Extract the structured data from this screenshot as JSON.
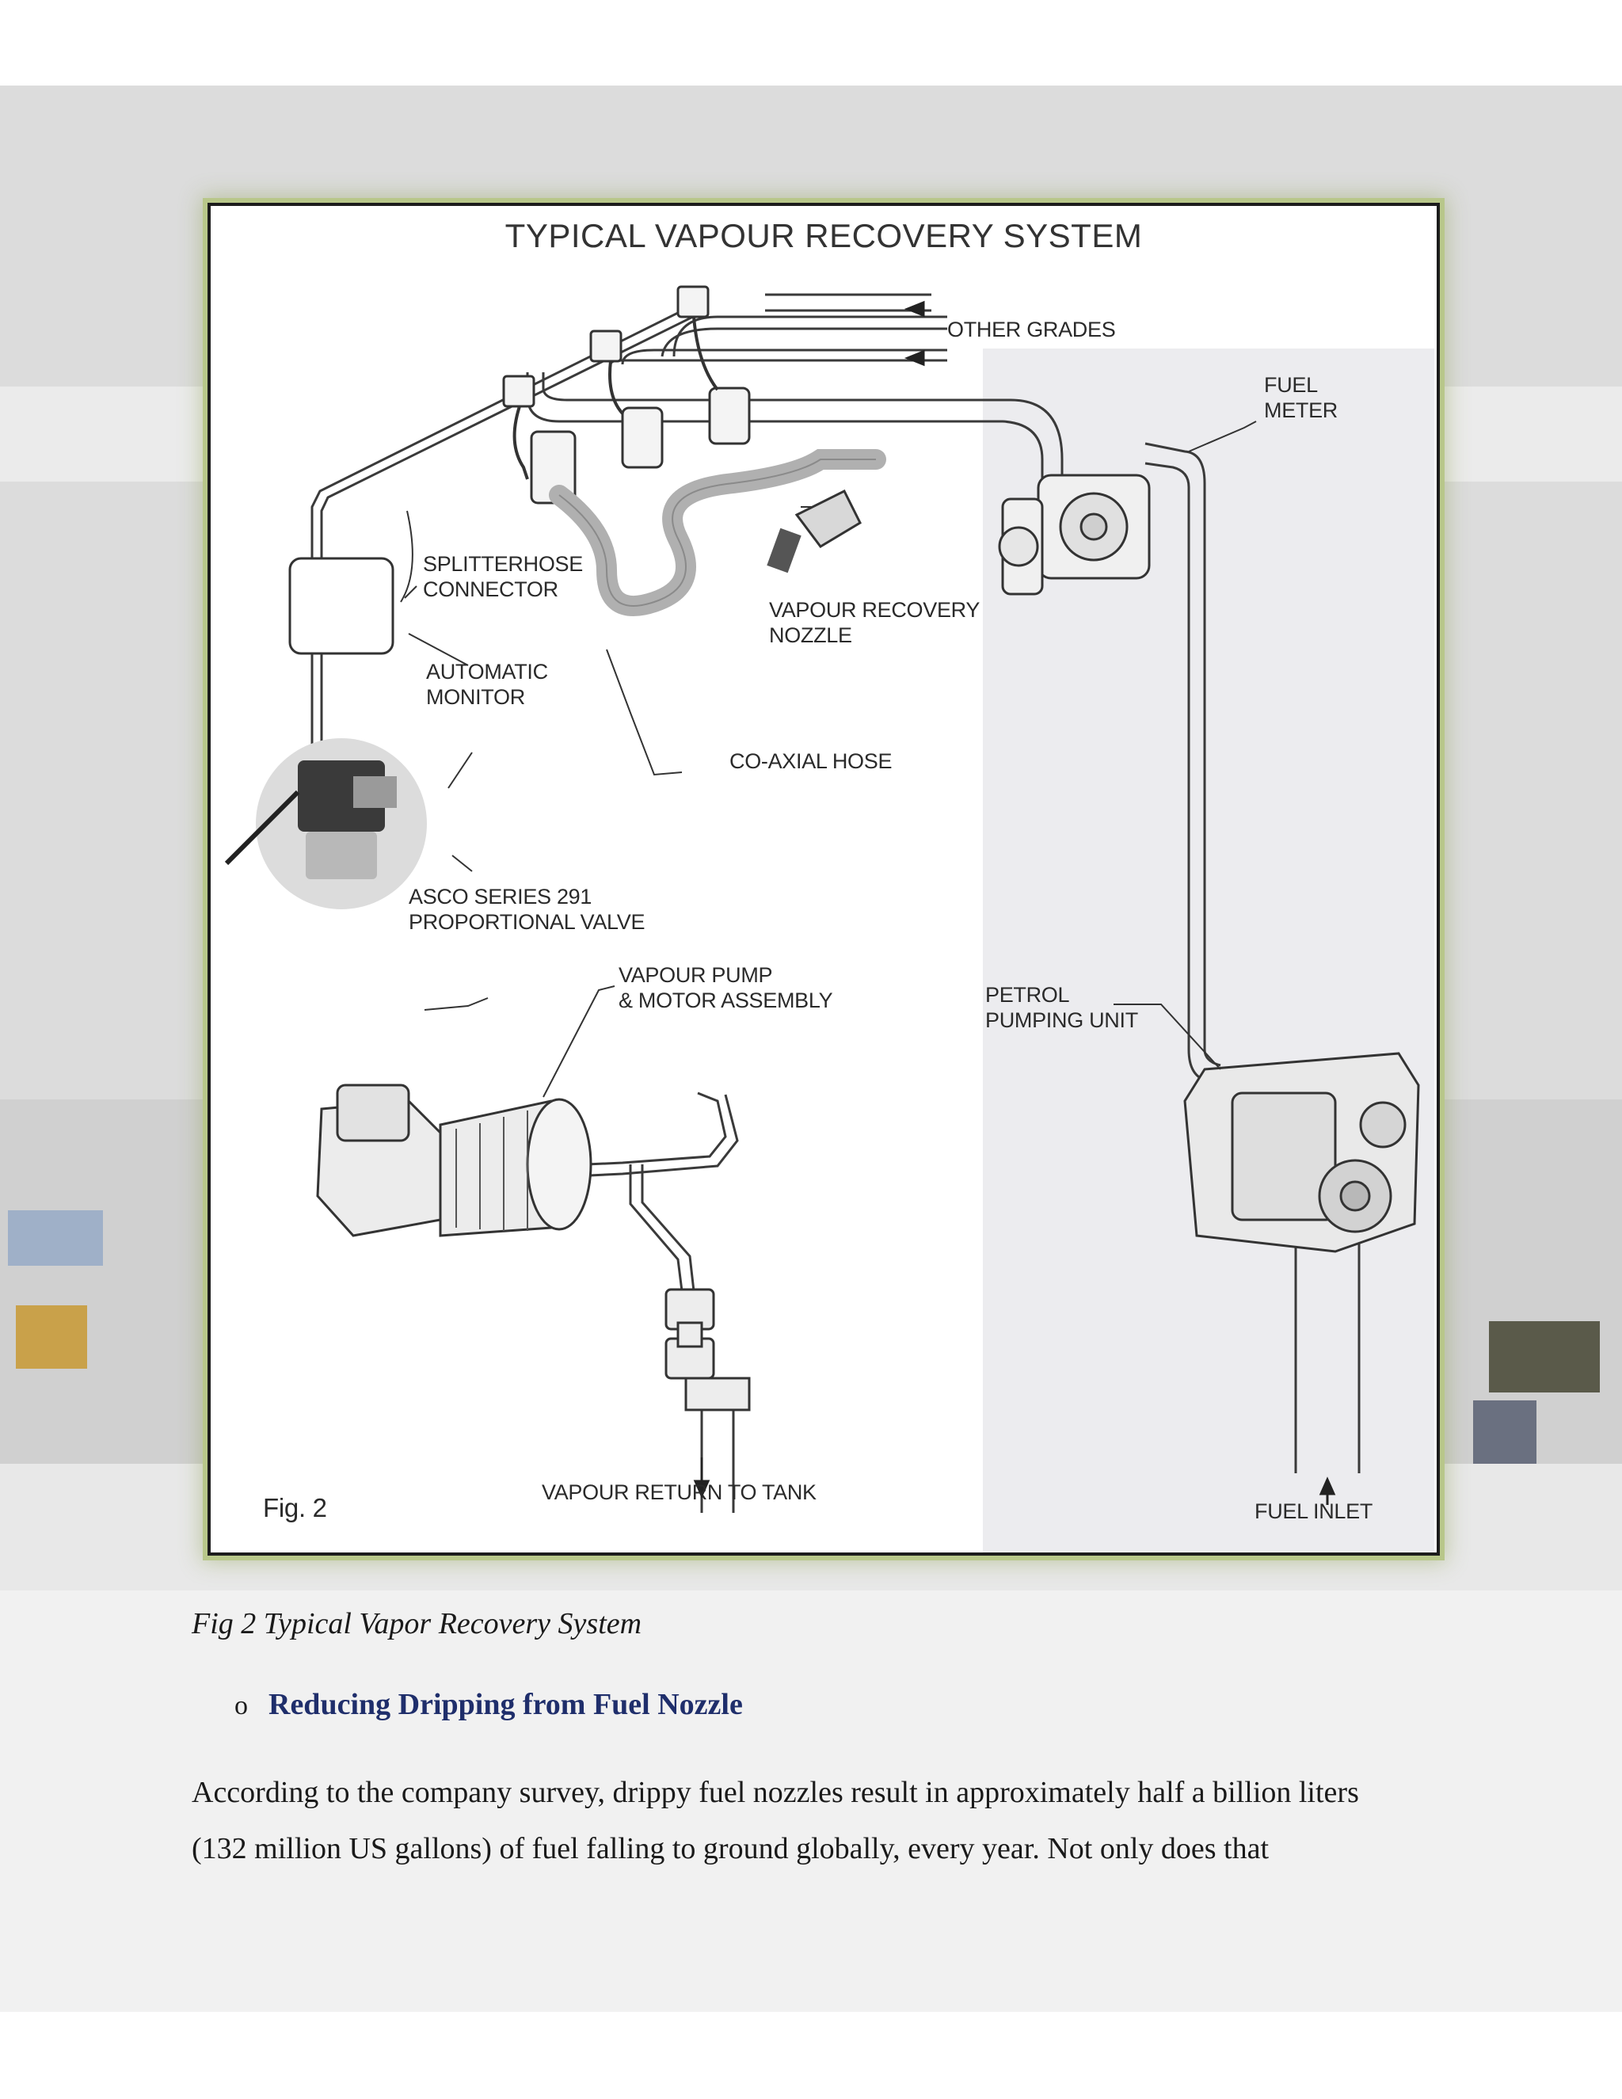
{
  "figure": {
    "title": "TYPICAL VAPOUR RECOVERY SYSTEM",
    "fig_label": "Fig. 2",
    "labels": {
      "other_grades": "OTHER GRADES",
      "fuel_meter_1": "FUEL",
      "fuel_meter_2": "METER",
      "splitterhose_1": "SPLITTERHOSE",
      "splitterhose_2": "CONNECTOR",
      "nozzle_1": "VAPOUR RECOVERY",
      "nozzle_2": "NOZZLE",
      "monitor_1": "AUTOMATIC",
      "monitor_2": "MONITOR",
      "coaxial_hose": "CO-AXIAL HOSE",
      "valve_1": "ASCO SERIES 291",
      "valve_2": "PROPORTIONAL VALVE",
      "pump_1": "VAPOUR PUMP",
      "pump_2": "& MOTOR ASSEMBLY",
      "petrol_1": "PETROL",
      "petrol_2": "PUMPING UNIT",
      "vapour_return": "VAPOUR RETURN TO TANK",
      "fuel_inlet": "FUEL INLET"
    }
  },
  "caption": "Fig 2 Typical Vapor Recovery System",
  "section": {
    "bullet": "o",
    "heading": "Reducing Dripping from Fuel Nozzle"
  },
  "paragraph": {
    "line1": "According to the company survey, drippy fuel nozzles result in approximately half a billion liters",
    "line2": "(132 million US gallons) of fuel falling to ground globally, every year. Not only does that"
  },
  "colors": {
    "heading": "#1f2e6b",
    "figure_border_glow": "#b8c78a"
  }
}
